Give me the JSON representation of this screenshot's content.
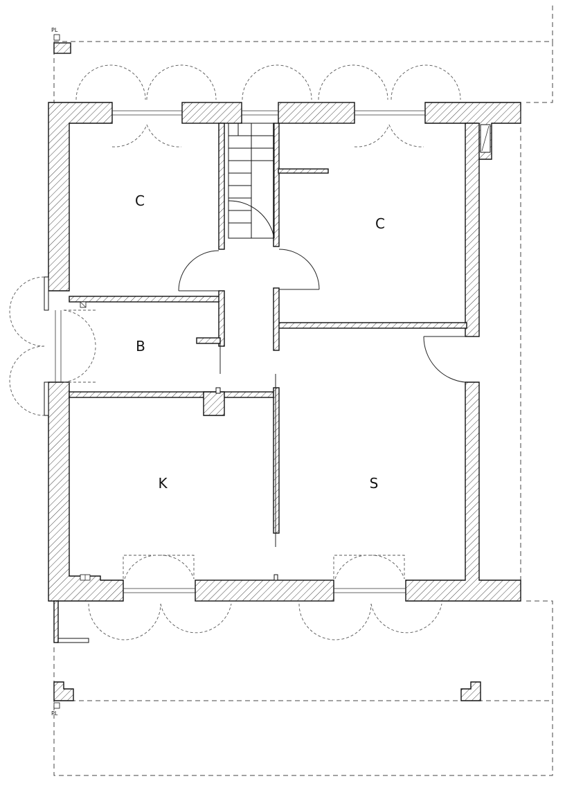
{
  "plan": {
    "rooms": [
      {
        "id": "bedroom-1",
        "label": "C"
      },
      {
        "id": "bedroom-2",
        "label": "C"
      },
      {
        "id": "bathroom",
        "label": "B"
      },
      {
        "id": "kitchen",
        "label": "K"
      },
      {
        "id": "living",
        "label": "S"
      }
    ],
    "markers": {
      "top": "PL",
      "bottom": "PL"
    },
    "colors": {
      "line": "#111111",
      "hatch": "#444444",
      "background": "#ffffff"
    }
  }
}
